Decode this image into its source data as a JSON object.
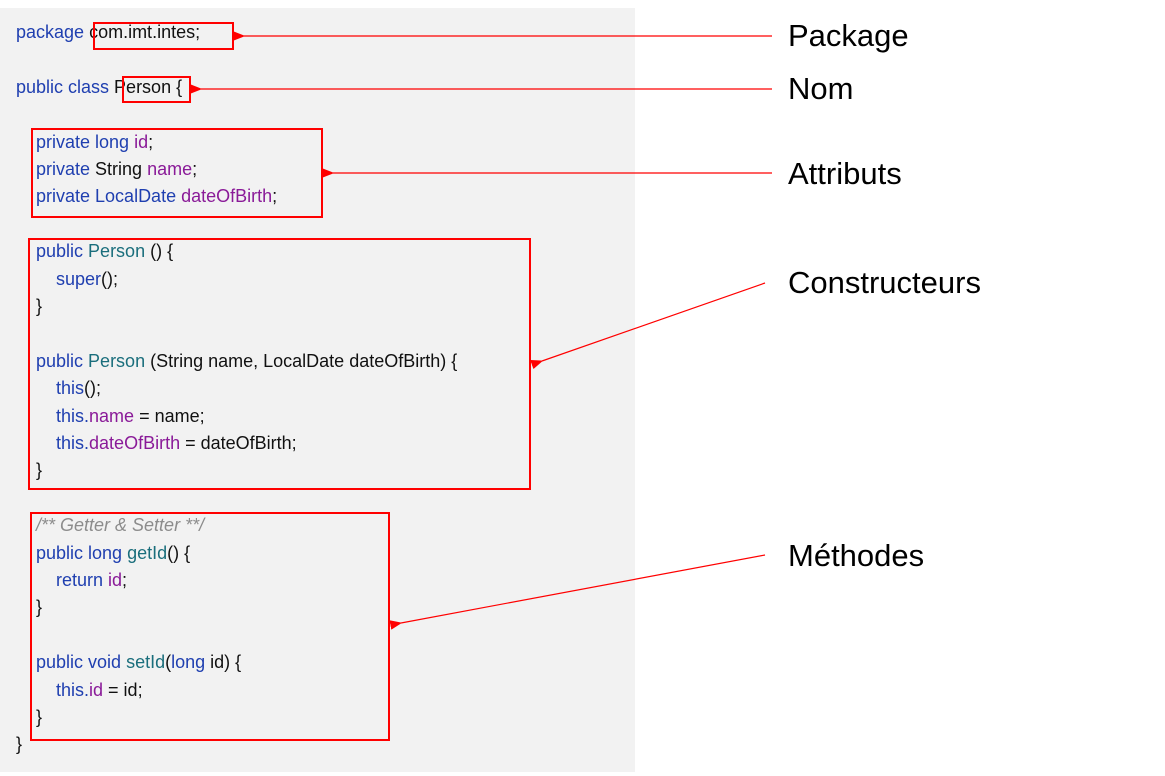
{
  "code_lines": [
    [
      [
        "package ",
        "kw"
      ],
      [
        "com.imt.intes;",
        "tx"
      ]
    ],
    [],
    [
      [
        "public class ",
        "kw"
      ],
      [
        "Person",
        "tx"
      ],
      [
        " {",
        "tx"
      ]
    ],
    [],
    [
      [
        "    private long ",
        "kw"
      ],
      [
        "id",
        "fld"
      ],
      [
        ";",
        "tx"
      ]
    ],
    [
      [
        "    private ",
        "kw"
      ],
      [
        "String ",
        "tx"
      ],
      [
        "name",
        "fld"
      ],
      [
        ";",
        "tx"
      ]
    ],
    [
      [
        "    private LocalDate ",
        "kw"
      ],
      [
        "dateOfBirth",
        "fld"
      ],
      [
        ";",
        "tx"
      ]
    ],
    [],
    [
      [
        "    public ",
        "kw"
      ],
      [
        "Person",
        "tp"
      ],
      [
        " () {",
        "tx"
      ]
    ],
    [
      [
        "        super",
        "kw"
      ],
      [
        "();",
        "tx"
      ]
    ],
    [
      [
        "    }",
        "tx"
      ]
    ],
    [],
    [
      [
        "    public ",
        "kw"
      ],
      [
        "Person",
        "tp"
      ],
      [
        " (String name, LocalDate dateOfBirth) {",
        "tx"
      ]
    ],
    [
      [
        "        this",
        "kw"
      ],
      [
        "();",
        "tx"
      ]
    ],
    [
      [
        "        this.",
        "kw"
      ],
      [
        "name",
        "fld"
      ],
      [
        " = name;",
        "tx"
      ]
    ],
    [
      [
        "        this.",
        "kw"
      ],
      [
        "dateOfBirth",
        "fld"
      ],
      [
        " = dateOfBirth;",
        "tx"
      ]
    ],
    [
      [
        "    }",
        "tx"
      ]
    ],
    [],
    [
      [
        "    /** Getter & Setter **/",
        "cm"
      ]
    ],
    [
      [
        "    public long ",
        "kw"
      ],
      [
        "getId",
        "tp"
      ],
      [
        "() {",
        "tx"
      ]
    ],
    [
      [
        "        return ",
        "kw"
      ],
      [
        "id",
        "fld"
      ],
      [
        ";",
        "tx"
      ]
    ],
    [
      [
        "    }",
        "tx"
      ]
    ],
    [],
    [
      [
        "    public void ",
        "kw"
      ],
      [
        "setId",
        "tp"
      ],
      [
        "(",
        "tx"
      ],
      [
        "long ",
        "kw"
      ],
      [
        "id) {",
        "tx"
      ]
    ],
    [
      [
        "        this.",
        "kw"
      ],
      [
        "id",
        "fld"
      ],
      [
        " = id;",
        "tx"
      ]
    ],
    [
      [
        "    }",
        "tx"
      ]
    ],
    [
      [
        "}",
        "tx"
      ]
    ]
  ],
  "annotations": {
    "package": "Package",
    "name": "Nom",
    "attributes": "Attributs",
    "constructors": "Constructeurs",
    "methods": "Méthodes"
  },
  "colors": {
    "highlight": "#ff0000",
    "keyword": "#1f3fb0",
    "field": "#8a1a98",
    "type": "#1a6e7c"
  }
}
